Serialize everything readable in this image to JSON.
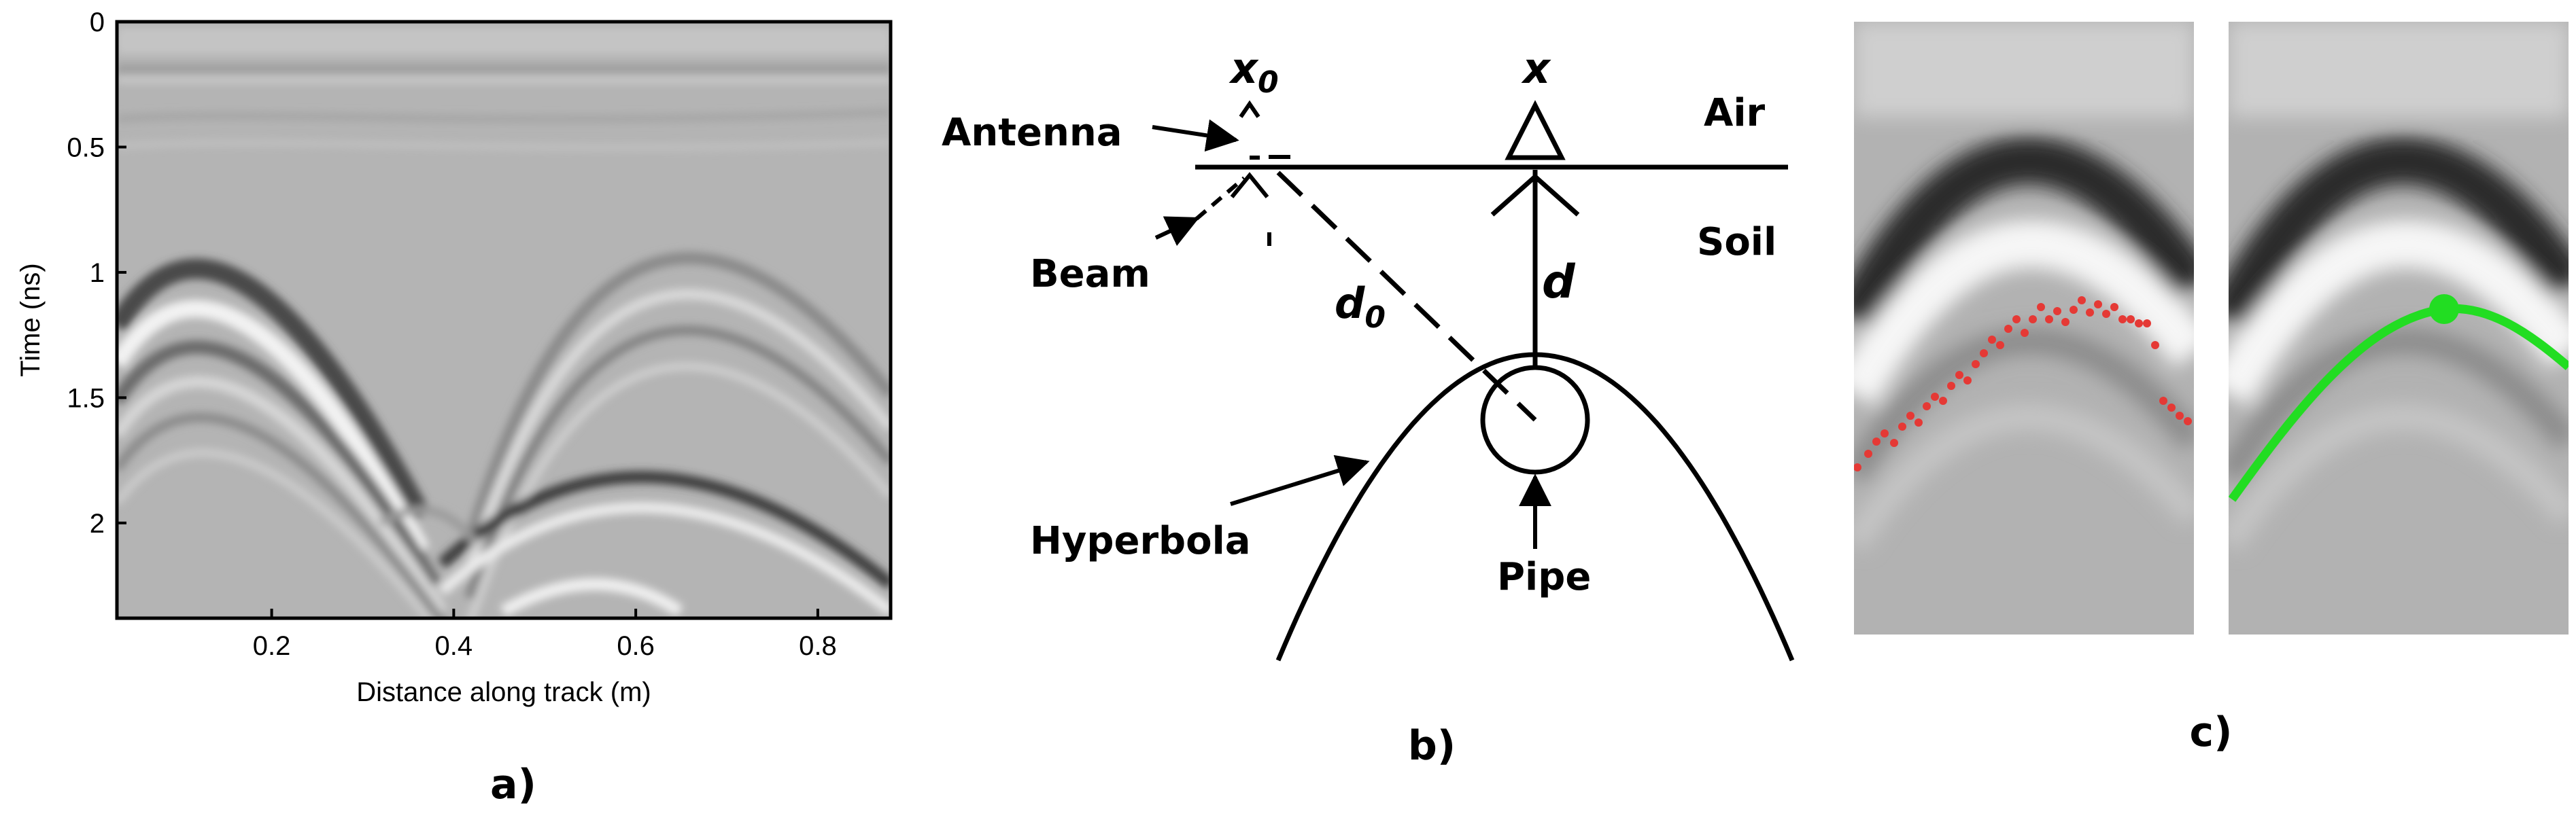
{
  "panel_a": {
    "caption": "a)",
    "ylabel": "Time (ns)",
    "xlabel": "Distance along track (m)",
    "y_ticks": [
      "0",
      "0.5",
      "1",
      "1.5",
      "2"
    ],
    "x_ticks": [
      "0.2",
      "0.4",
      "0.6",
      "0.8"
    ],
    "xlim": [
      0.03,
      0.88
    ],
    "ylim": [
      0,
      2.38
    ]
  },
  "panel_b": {
    "caption": "b)",
    "labels": {
      "x0": "x",
      "x0_sub": "0",
      "x": "x",
      "antenna": "Antenna",
      "air": "Air",
      "soil": "Soil",
      "beam": "Beam",
      "d0": "d",
      "d0_sub": "0",
      "d": "d",
      "hyperbola": "Hyperbola",
      "pipe": "Pipe"
    }
  },
  "panel_c": {
    "caption": "c)",
    "detected_points_color": "#e53935",
    "fitted_curve_color": "#22dd22"
  }
}
